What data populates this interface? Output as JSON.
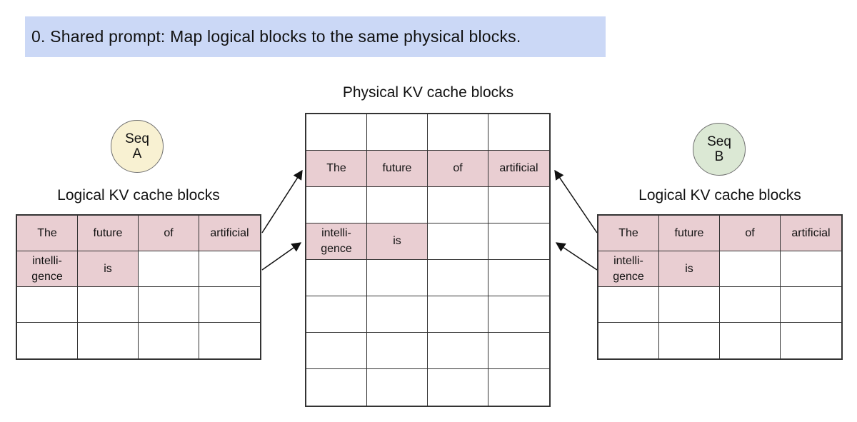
{
  "banner": {
    "text": "0. Shared prompt: Map logical blocks to the same physical blocks."
  },
  "sequences": {
    "a": {
      "label_top": "Seq",
      "label_bottom": "A"
    },
    "b": {
      "label_top": "Seq",
      "label_bottom": "B"
    }
  },
  "labels": {
    "physical_title": "Physical KV cache blocks",
    "logical_left_title": "Logical KV cache blocks",
    "logical_right_title": "Logical KV cache blocks"
  },
  "tables": {
    "logical_rows": [
      [
        "The",
        "future",
        "of",
        "artificial"
      ],
      [
        "intelli-\ngence",
        "is",
        "",
        ""
      ],
      [
        "",
        "",
        "",
        ""
      ],
      [
        "",
        "",
        "",
        ""
      ]
    ],
    "physical_rows": [
      [
        "",
        "",
        "",
        ""
      ],
      [
        "The",
        "future",
        "of",
        "artificial"
      ],
      [
        "",
        "",
        "",
        ""
      ],
      [
        "intelli-\ngence",
        "is",
        "",
        ""
      ],
      [
        "",
        "",
        "",
        ""
      ],
      [
        "",
        "",
        "",
        ""
      ],
      [
        "",
        "",
        "",
        ""
      ],
      [
        "",
        "",
        "",
        ""
      ]
    ]
  },
  "colors": {
    "banner_bg": "#cbd8f6",
    "highlight": "#e9ced2",
    "seq_a_bg": "#f8f1d2",
    "seq_b_bg": "#dbe8d4",
    "border": "#333333"
  }
}
